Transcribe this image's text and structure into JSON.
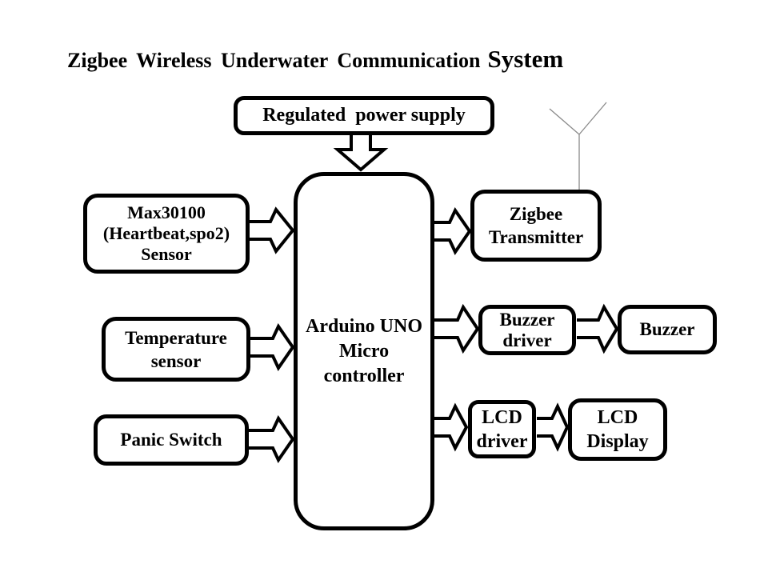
{
  "title": {
    "text": "Zigbee Wireless Underwater Communication",
    "emphasis": "System"
  },
  "blocks": {
    "power_supply": {
      "label": "Regulated  power supply"
    },
    "arduino": {
      "lines": [
        "Arduino UNO",
        "Micro",
        "controller"
      ]
    },
    "max30100": {
      "lines": [
        "Max30100",
        "(Heartbeat,spo2)",
        "Sensor"
      ]
    },
    "temperature": {
      "lines": [
        "Temperature",
        "sensor"
      ]
    },
    "panic": {
      "label": "Panic Switch"
    },
    "zigbee": {
      "lines": [
        "Zigbee",
        "Transmitter"
      ]
    },
    "buzzer_driver": {
      "lines": [
        "Buzzer",
        "driver"
      ]
    },
    "buzzer": {
      "label": "Buzzer"
    },
    "lcd_driver": {
      "lines": [
        "LCD",
        "driver"
      ]
    },
    "lcd_display": {
      "lines": [
        "LCD",
        "Display"
      ]
    }
  },
  "connections": [
    {
      "from": "Regulated power supply",
      "to": "Arduino UNO Micro controller",
      "direction": "down"
    },
    {
      "from": "Max30100 (Heartbeat,spo2) Sensor",
      "to": "Arduino UNO Micro controller",
      "direction": "right"
    },
    {
      "from": "Temperature sensor",
      "to": "Arduino UNO Micro controller",
      "direction": "right"
    },
    {
      "from": "Panic Switch",
      "to": "Arduino UNO Micro controller",
      "direction": "right"
    },
    {
      "from": "Arduino UNO Micro controller",
      "to": "Zigbee Transmitter",
      "direction": "right"
    },
    {
      "from": "Arduino UNO Micro controller",
      "to": "Buzzer driver",
      "direction": "right"
    },
    {
      "from": "Buzzer driver",
      "to": "Buzzer",
      "direction": "right"
    },
    {
      "from": "Arduino UNO Micro controller",
      "to": "LCD driver",
      "direction": "right"
    },
    {
      "from": "LCD driver",
      "to": "LCD Display",
      "direction": "right"
    }
  ],
  "icons": {
    "antenna": "antenna-icon on Zigbee Transmitter"
  },
  "colors": {
    "stroke": "#000000",
    "background": "#ffffff",
    "antenna_line": "#8a8a8a"
  }
}
